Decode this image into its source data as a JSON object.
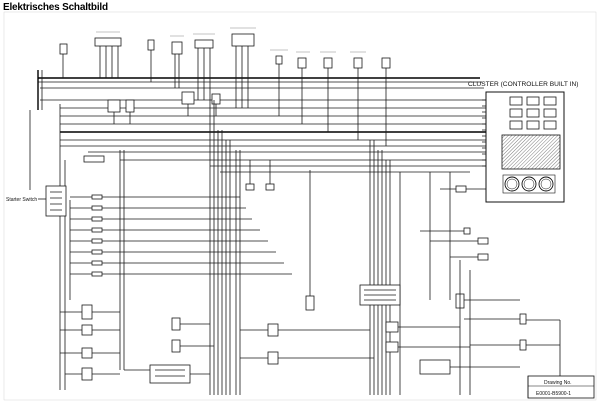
{
  "page": {
    "title": "Elektrisches Schaltbild"
  },
  "cluster": {
    "title": "CLUSTER (CONTROLLER BUILT IN)"
  },
  "starter_switch": {
    "label": "Starter Switch"
  },
  "drawing": {
    "label": "Drawing No.",
    "number": "E0001-B5900-1"
  }
}
